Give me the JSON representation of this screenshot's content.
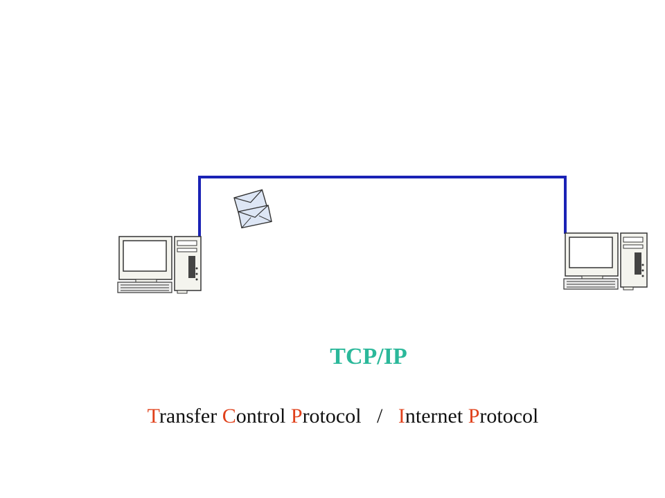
{
  "diagram": {
    "title": "TCP/IP",
    "expansion": {
      "words": [
        {
          "initial": "T",
          "rest": "ransfer"
        },
        {
          "initial": "C",
          "rest": "ontrol"
        },
        {
          "initial": "P",
          "rest": "rotocol"
        },
        {
          "initial": "I",
          "rest": "nternet"
        },
        {
          "initial": "P",
          "rest": "rotocol"
        }
      ],
      "separator": "/"
    },
    "nodes": [
      {
        "icon": "desktop-computer-icon"
      },
      {
        "icon": "desktop-computer-icon"
      }
    ],
    "message_icon": "envelopes-icon"
  },
  "colors": {
    "link": "#1a22b5",
    "title": "#2bb89a",
    "initial_letter": "#e0401a",
    "text": "#111111"
  }
}
